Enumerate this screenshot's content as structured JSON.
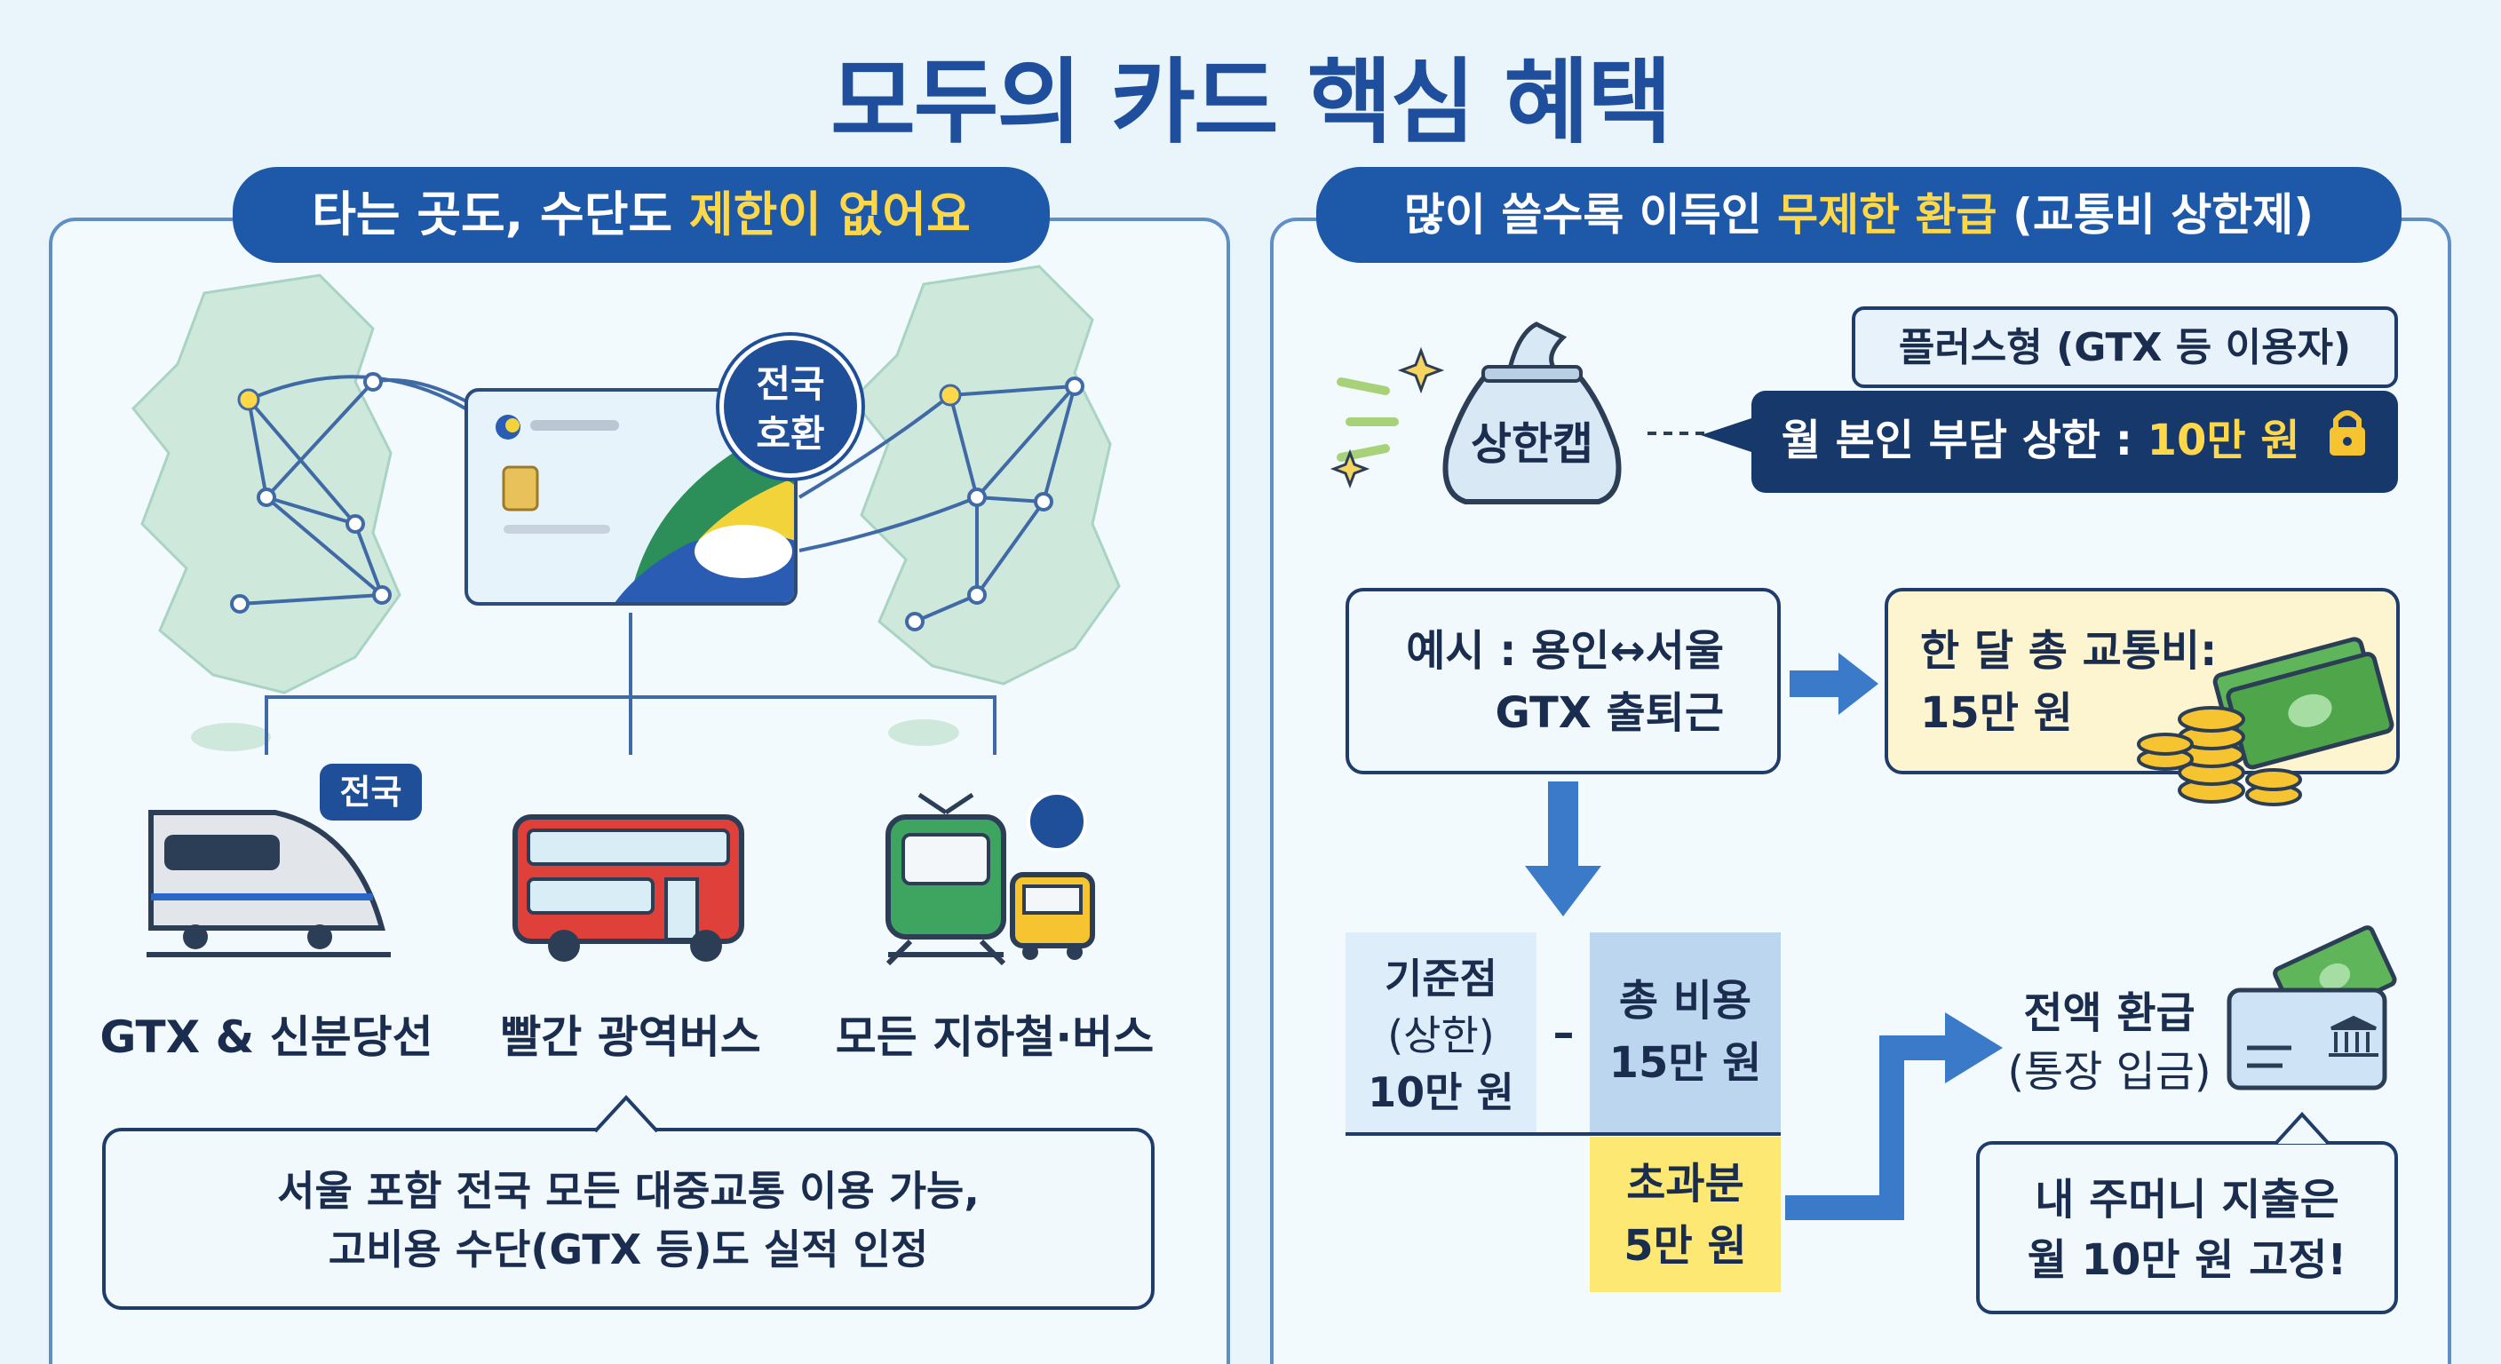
{
  "title": "모두의 카드 핵심 혜택",
  "left": {
    "header_plain": "타는 곳도, 수단도 ",
    "header_highlight": "제한이 없어요",
    "card_badge_line1": "전국",
    "card_badge_line2": "호환",
    "items": [
      {
        "label": "GTX & 신분당선",
        "badge": "전국",
        "icon": "train-icon"
      },
      {
        "label": "빨간 광역버스",
        "icon": "double-decker-bus-icon"
      },
      {
        "label": "모든 지하철·버스",
        "icon": "subway-bus-icon"
      }
    ],
    "callout_line1": "서울 포함 전국 모든 대중교통 이용 가능,",
    "callout_line2": "고비용 수단(GTX 등)도 실적 인정"
  },
  "right": {
    "header_plain": "많이 쓸수록 이득인 ",
    "header_highlight": "무제한 환급",
    "header_suffix": " (교통비 상한제)",
    "bag_label": "상한캡",
    "plus_label": "플러스형 (GTX 등 이용자)",
    "cap_text": "월 본인 부담 상한 : ",
    "cap_value": "10만 원",
    "example_line1": "예시 : 용인↔서울",
    "example_line2": "GTX 출퇴근",
    "total_line1": "한 달 총 교통비:",
    "total_line2": "15만 원",
    "base_line1": "기준점",
    "base_line2": "(상한)",
    "base_line3": "10만 원",
    "minus": "–",
    "cost_line1": "총 비용",
    "cost_line2": "15만 원",
    "excess_line1": "초과분",
    "excess_line2": "5만 원",
    "refund_line1": "전액 환급",
    "refund_line2": "(통장 입금)",
    "pocket_line1": "내 주머니 지출은",
    "pocket_line2": "월 10만 원 고정!"
  },
  "colors": {
    "brand_blue": "#1e58a8",
    "highlight_yellow": "#ffd84a",
    "excess_yellow": "#fde873",
    "cost_blue": "#bcd6ef"
  }
}
